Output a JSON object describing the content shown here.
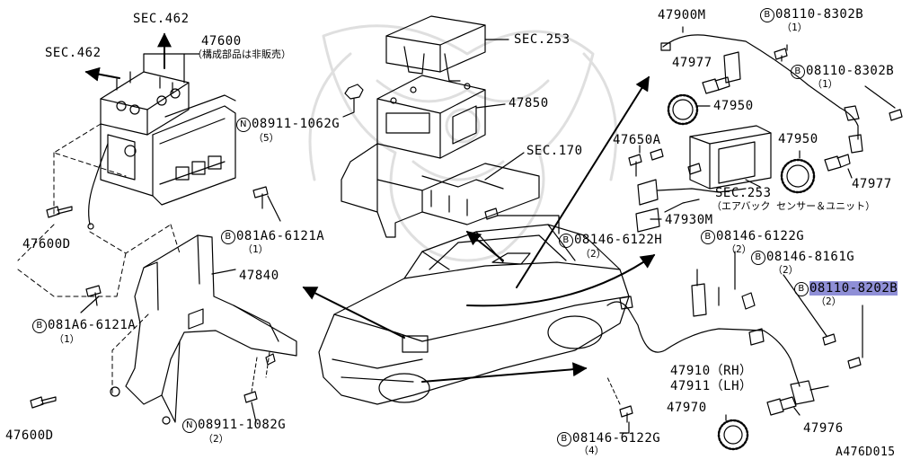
{
  "diagram_id": "A476D015",
  "labels": {
    "sec462_top": "SEC.462",
    "sec462_left": "SEC.462",
    "p47600": "47600",
    "p47600_note": "（構成部品は非販売）",
    "sec253_top": "SEC.253",
    "p47850": "47850",
    "sec170": "SEC.170",
    "n08911_1062g": "08911-1062G",
    "n08911_1062g_qty": "（5）",
    "p47600d_upper": "47600D",
    "b081a6_upper": "081A6-6121A",
    "b081a6_upper_qty": "（1）",
    "p47840": "47840",
    "b081a6_lower": "081A6-6121A",
    "b081a6_lower_qty": "（1）",
    "p47600d_lower": "47600D",
    "n08911_1082g": "08911-1082G",
    "n08911_1082g_qty": "（2）",
    "b08146_6122h": "08146-6122H",
    "b08146_6122h_qty": "（2）",
    "p47900m": "47900M",
    "b08110_8302b_top": "08110-8302B",
    "b08110_8302b_top_qty": "（1）",
    "b08110_8302b_right": "08110-8302B",
    "b08110_8302b_right_qty": "（1）",
    "p47977_upper": "47977",
    "p47950_upper": "47950",
    "p47650a": "47650A",
    "p47950_right": "47950",
    "p47977_right": "47977",
    "sec253_mid": "SEC.253",
    "sec253_mid_note": "（エアバック センサー＆ユニット）",
    "p47930m": "47930M",
    "b08146_6122g_upper": "08146-6122G",
    "b08146_6122g_upper_qty": "（2）",
    "b08146_8161g": "08146-8161G",
    "b08146_8161g_qty": "（2）",
    "b08110_8202b": "08110-8202B",
    "b08110_8202b_qty": "（2）",
    "p47910": "47910（RH）",
    "p47911": "47911（LH）",
    "p47970": "47970",
    "p47976": "47976",
    "b08146_6122g_lower": "08146-6122G",
    "b08146_6122g_lower_qty": "（4）"
  },
  "symbols": {
    "bolt": "B",
    "nut": "N"
  }
}
